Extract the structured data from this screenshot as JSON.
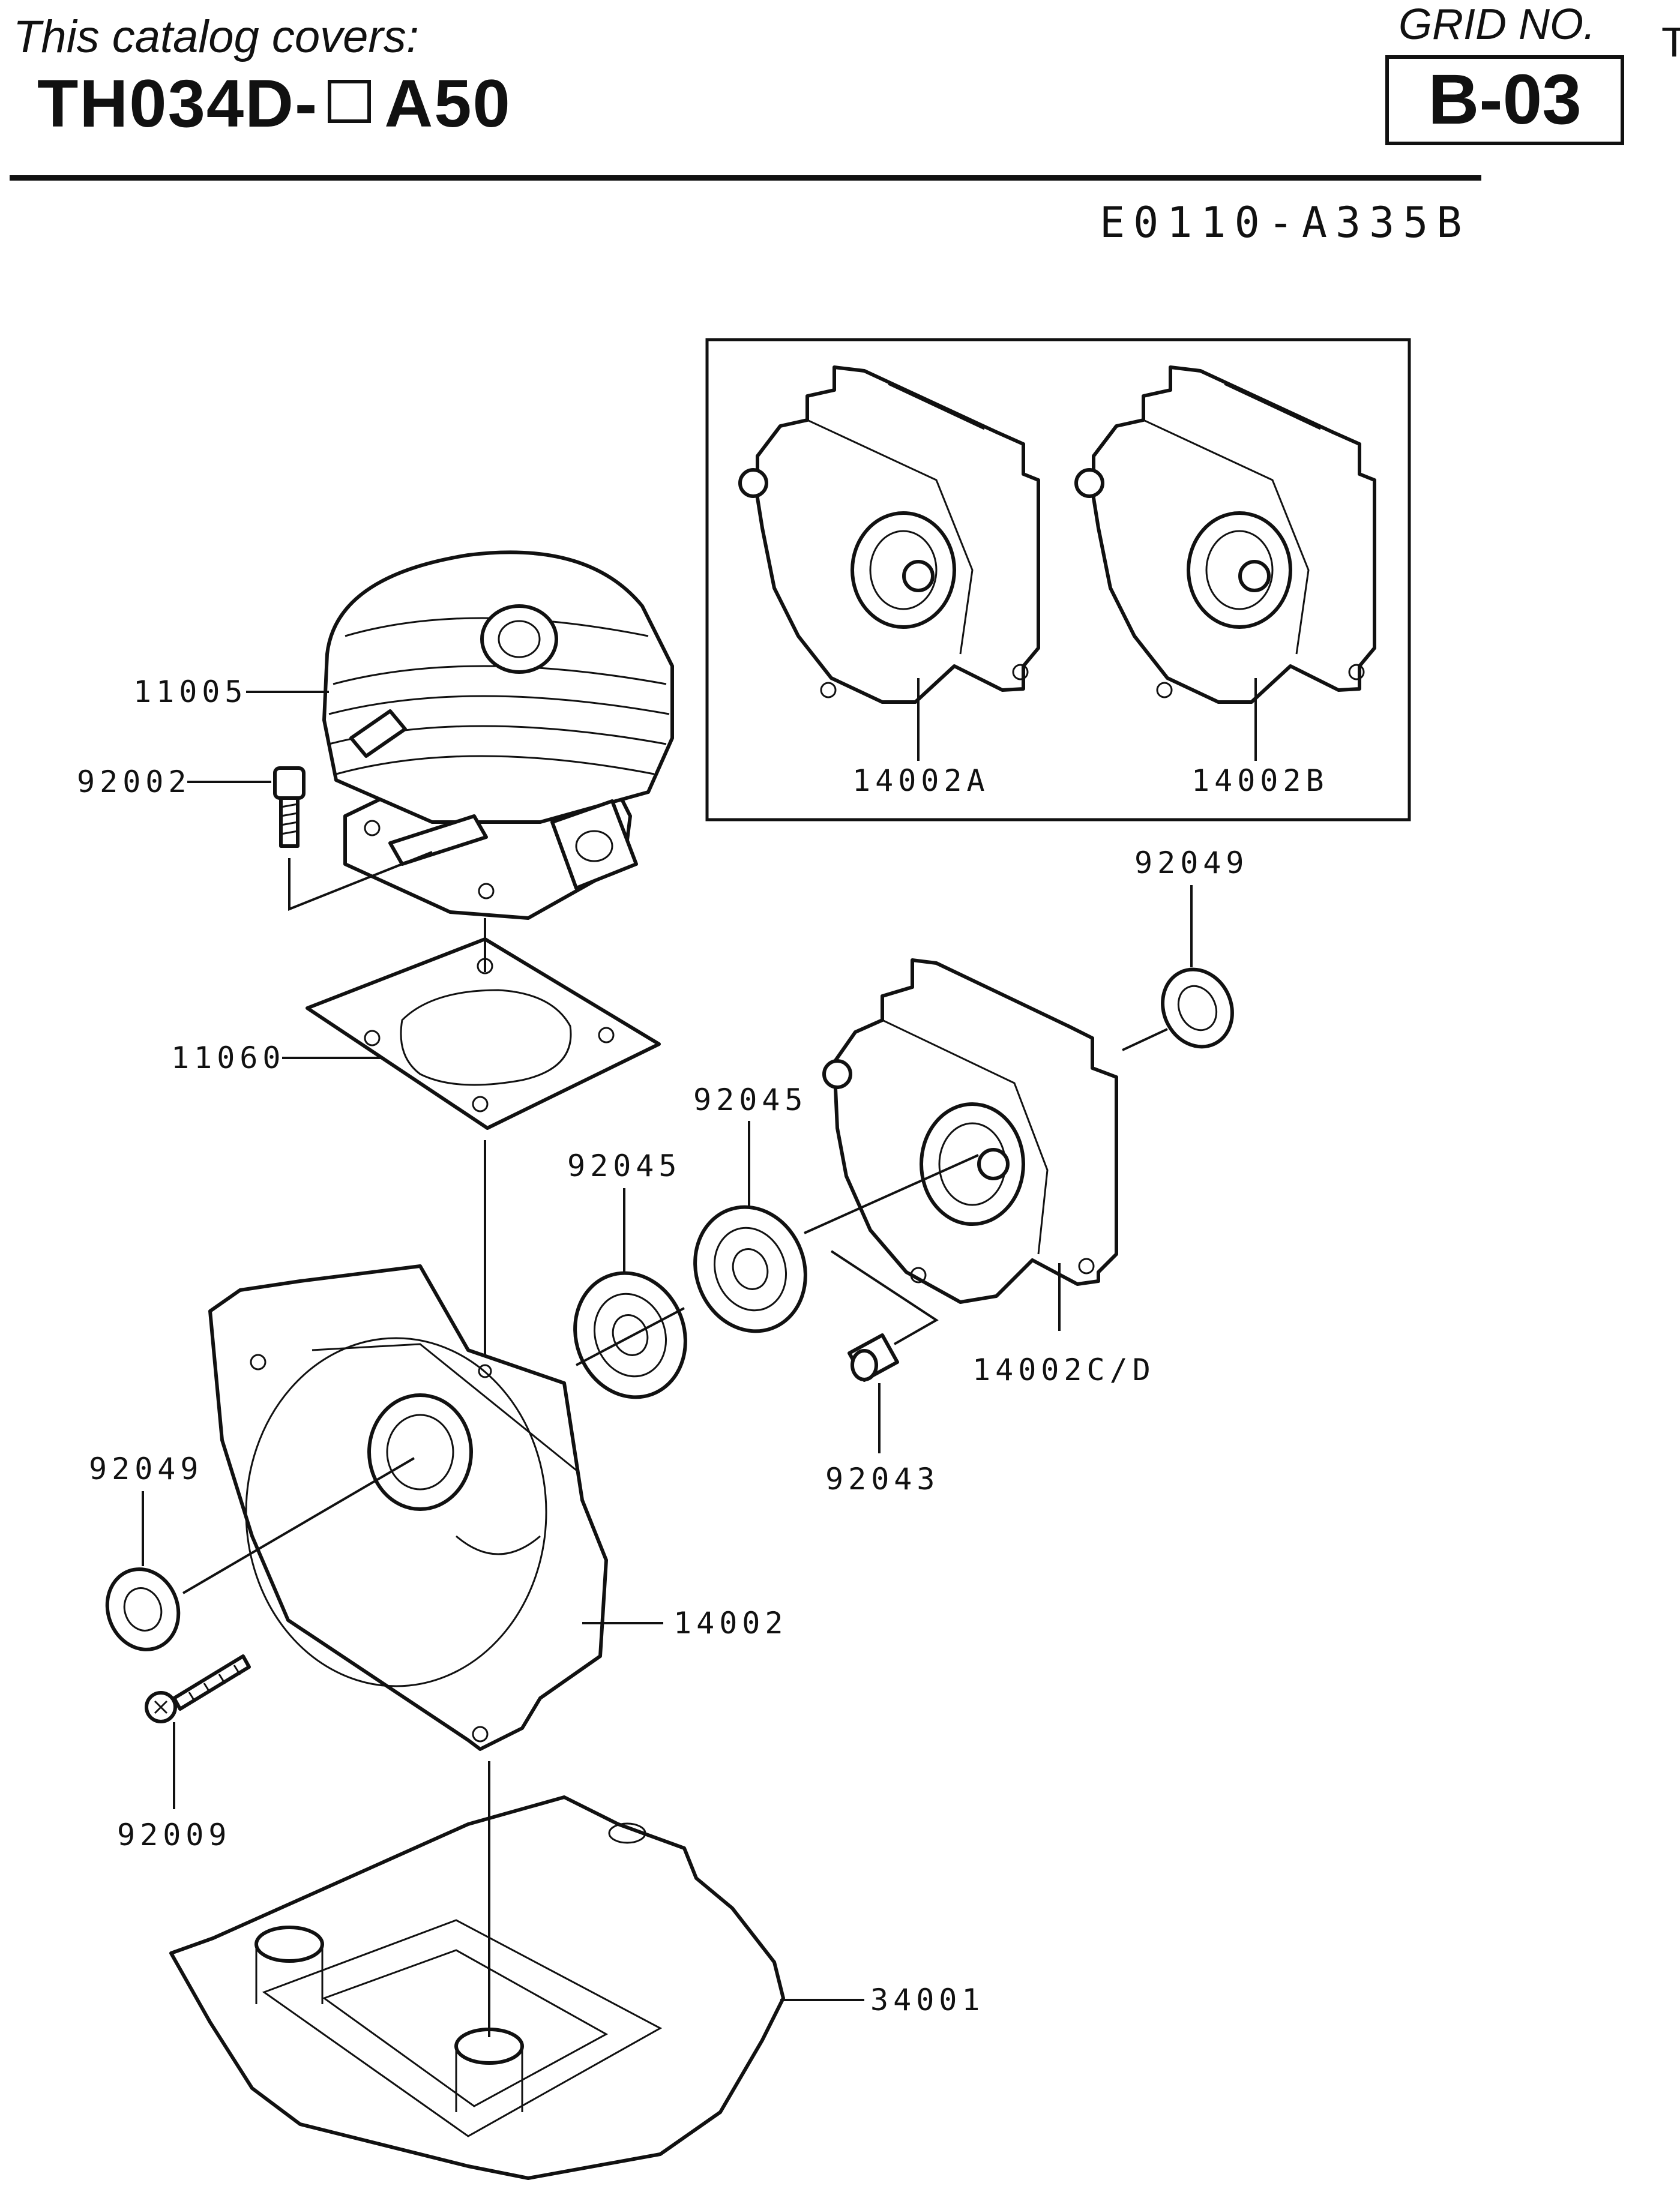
{
  "header": {
    "cover_text": "This catalog covers:",
    "model_prefix": "TH034D-",
    "model_suffix": "A50",
    "grid_caption": "GRID NO.",
    "grid_number": "B-03",
    "edge_mark": "T"
  },
  "diagram_ref": "E0110-A335B",
  "labels": {
    "cylinder": "11005",
    "cylinder_bolt": "92002",
    "gasket": "11060",
    "crankcase_a": "14002A",
    "crankcase_b": "14002B",
    "oil_seal_right": "92049",
    "bearing_upper": "92045",
    "bearing_lower": "92045",
    "crankcase_cd": "14002C/D",
    "dowel_pin": "92043",
    "oil_seal_left": "92049",
    "crankcase": "14002",
    "bolt": "92009",
    "cover": "34001"
  }
}
